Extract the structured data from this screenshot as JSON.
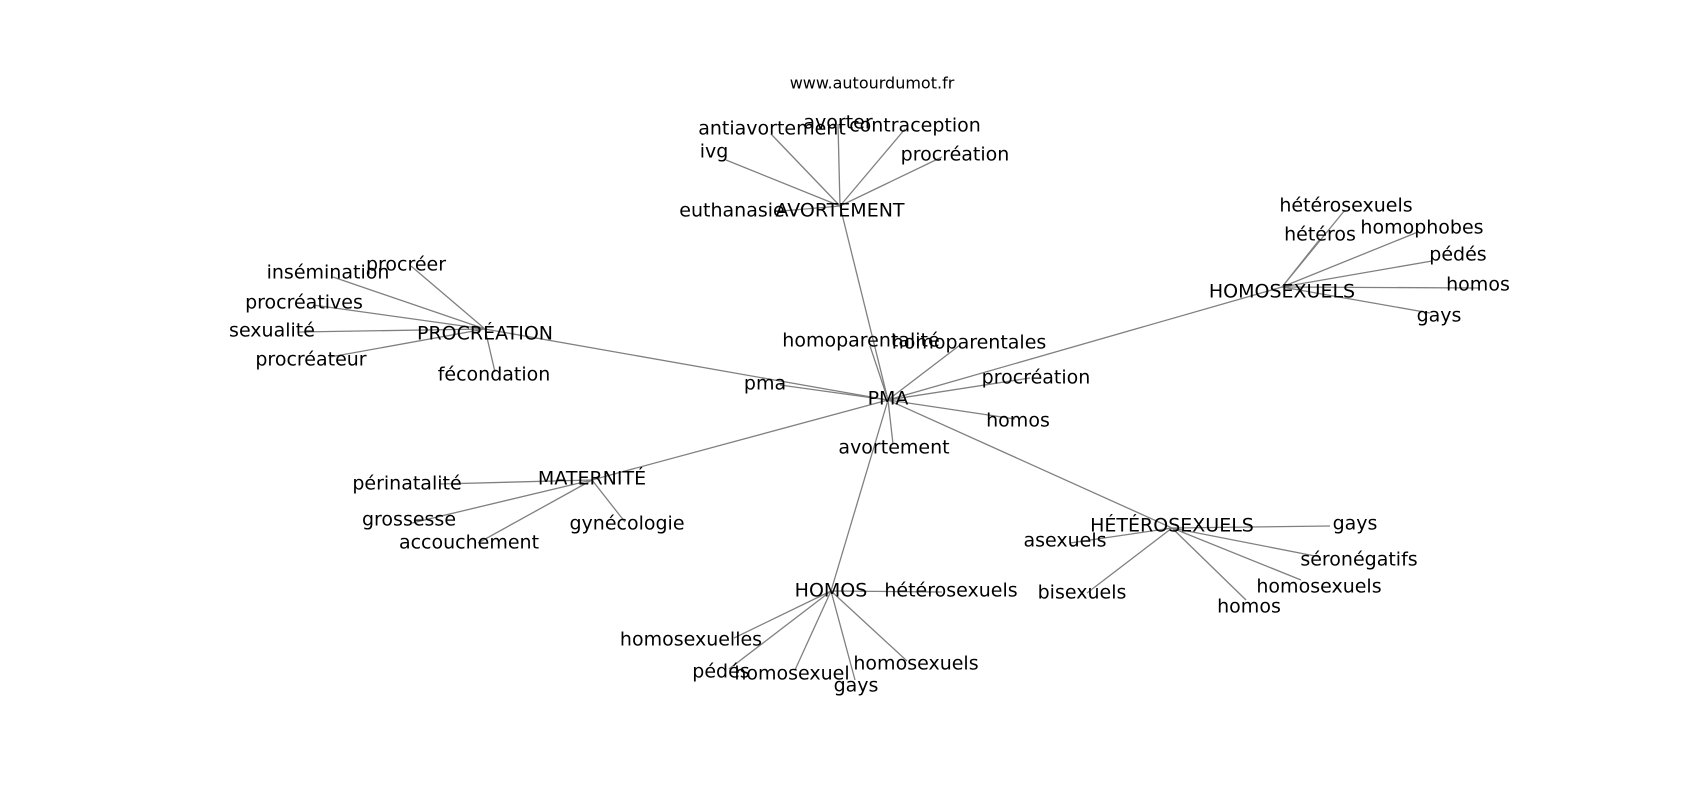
{
  "source": "www.autourdumot.fr",
  "center": "PMA",
  "hubs": [
    {
      "id": "avortement-hub",
      "label": "AVORTEMENT",
      "leaves": [
        "antiavortement",
        "avorter",
        "contraception",
        "ivg",
        "procréation",
        "euthanasie"
      ]
    },
    {
      "id": "homosexuels-hub",
      "label": "HOMOSEXUELS",
      "leaves": [
        "hétérosexuels",
        "hétéros",
        "homophobes",
        "pédés",
        "homos",
        "gays"
      ]
    },
    {
      "id": "procreation-hub",
      "label": "PROCRÉATION",
      "leaves": [
        "procréer",
        "insémination",
        "procréatives",
        "sexualité",
        "procréateur",
        "fécondation"
      ]
    },
    {
      "id": "maternite-hub",
      "label": "MATERNITÉ",
      "leaves": [
        "périnatalité",
        "grossesse",
        "accouchement",
        "gynécologie"
      ]
    },
    {
      "id": "heterosexuels-hub",
      "label": "HÉTÉROSEXUELS",
      "leaves": [
        "gays",
        "asexuels",
        "séronégatifs",
        "homosexuels",
        "bisexuels",
        "homos"
      ]
    },
    {
      "id": "homos-hub",
      "label": "HOMOS",
      "leaves": [
        "hétérosexuels",
        "homosexuelles",
        "pédés",
        "homosexuel",
        "homosexuels",
        "gays"
      ]
    }
  ],
  "center_leaves": [
    "homoparentalité",
    "homoparentales",
    "procréation",
    "pma",
    "homos",
    "avortement"
  ]
}
